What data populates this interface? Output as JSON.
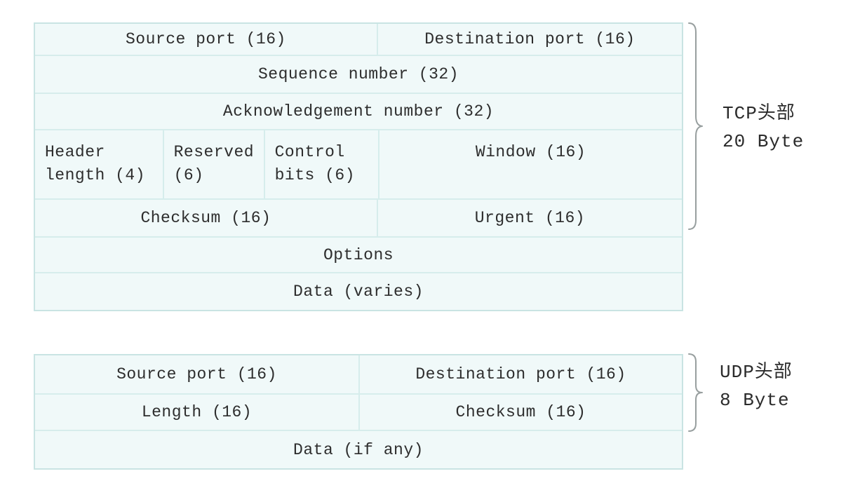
{
  "colors": {
    "page_background": "#ffffff",
    "cell_background": "#f0f9f9",
    "grid_line": "#d6edec",
    "outer_border": "#c9e4e3",
    "text": "#2d2d2d",
    "brace": "#989f9f"
  },
  "tcp_table": {
    "description": "TCP header field layout",
    "rows": [
      {
        "cells": [
          {
            "label": "Source port (16)"
          },
          {
            "label": "Destination port (16)"
          }
        ]
      },
      {
        "cells": [
          {
            "label": "Sequence number (32)"
          }
        ]
      },
      {
        "cells": [
          {
            "label": "Acknowledgement number (32)"
          }
        ]
      },
      {
        "cells": [
          {
            "label": "Header length (4)"
          },
          {
            "label": "Reserved (6)"
          },
          {
            "label": "Control bits (6)"
          },
          {
            "label": "Window (16)"
          }
        ]
      },
      {
        "cells": [
          {
            "label": "Checksum (16)"
          },
          {
            "label": "Urgent (16)"
          }
        ]
      },
      {
        "cells": [
          {
            "label": "Options"
          }
        ]
      },
      {
        "cells": [
          {
            "label": "Data (varies)"
          }
        ]
      }
    ],
    "brace_label_line1": "TCP头部",
    "brace_label_line2": "20 Byte"
  },
  "udp_table": {
    "description": "UDP header field layout",
    "rows": [
      {
        "cells": [
          {
            "label": "Source port (16)"
          },
          {
            "label": "Destination port (16)"
          }
        ]
      },
      {
        "cells": [
          {
            "label": "Length (16)"
          },
          {
            "label": "Checksum (16)"
          }
        ]
      },
      {
        "cells": [
          {
            "label": "Data (if any)"
          }
        ]
      }
    ],
    "brace_label_line1": "UDP头部",
    "brace_label_line2": "8 Byte"
  }
}
